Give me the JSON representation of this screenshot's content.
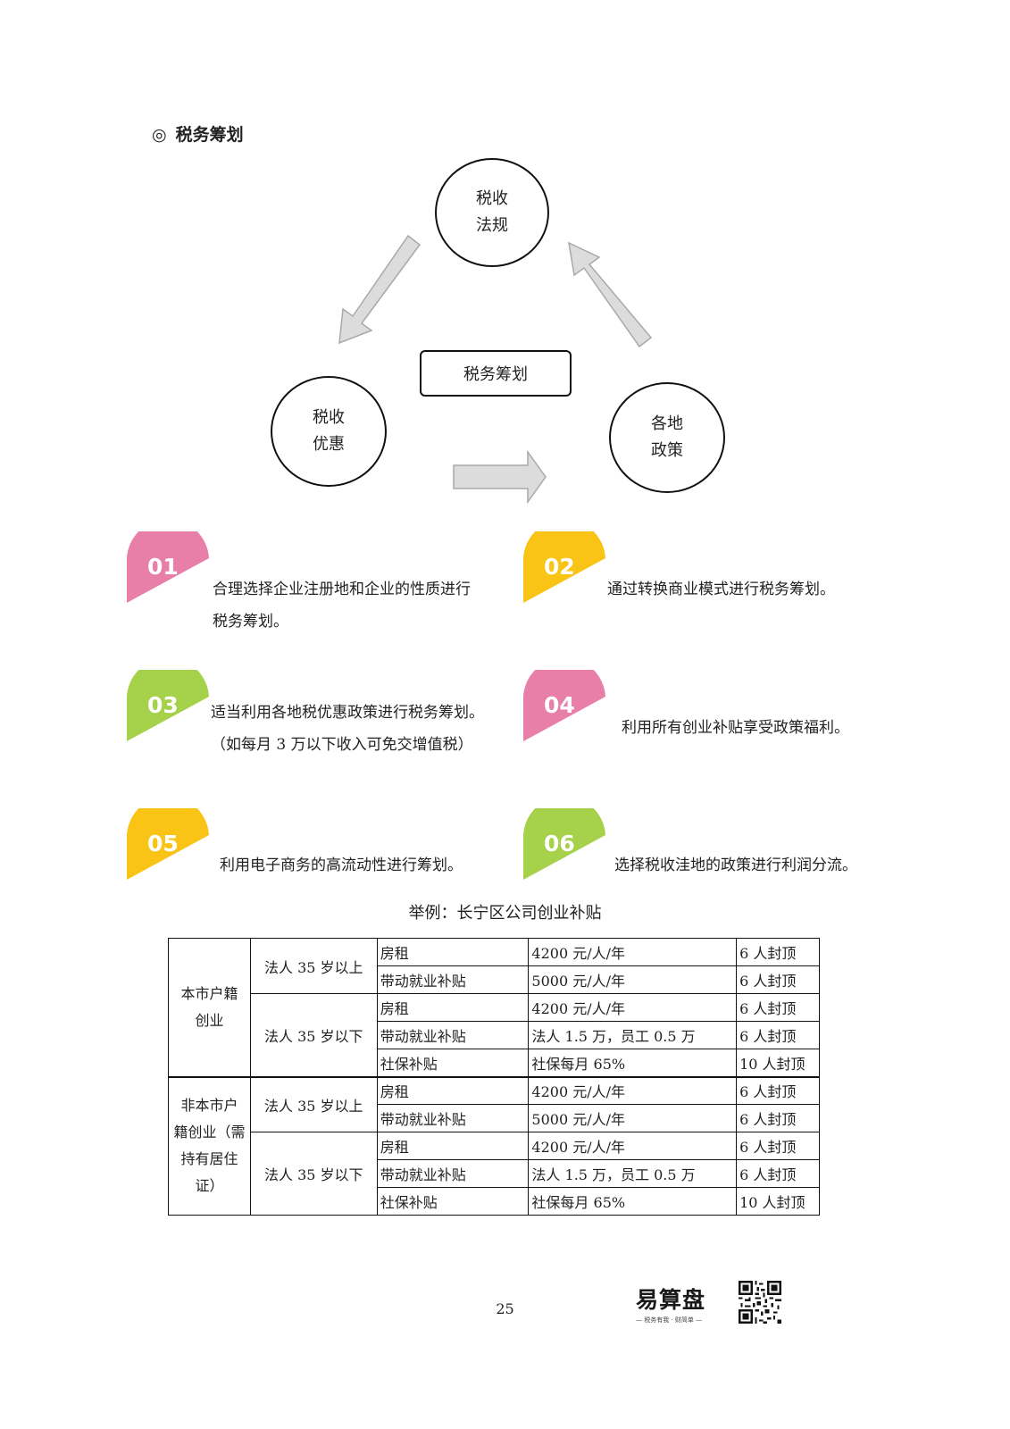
{
  "section": {
    "symbol": "◎",
    "title": "税务筹划"
  },
  "diagram": {
    "top": [
      "税收",
      "法规"
    ],
    "left": [
      "税收",
      "优惠"
    ],
    "right": [
      "各地",
      "政策"
    ],
    "center": "税务筹划"
  },
  "items": [
    {
      "num": "01",
      "color": "#e77fa8",
      "lines": [
        "合理选择企业注册地和企业的性质进行",
        "税务筹划。"
      ]
    },
    {
      "num": "02",
      "color": "#f9c416",
      "lines": [
        "通过转换商业模式进行税务筹划。"
      ]
    },
    {
      "num": "03",
      "color": "#a6d14a",
      "lines": [
        "适当利用各地税优惠政策进行税务筹划。",
        "（如每月 3 万以下收入可免交增值税）"
      ]
    },
    {
      "num": "04",
      "color": "#e77fa8",
      "lines": [
        "利用所有创业补贴享受政策福利。"
      ]
    },
    {
      "num": "05",
      "color": "#f9c416",
      "lines": [
        "利用电子商务的高流动性进行筹划。"
      ]
    },
    {
      "num": "06",
      "color": "#a6d14a",
      "lines": [
        "选择税收洼地的政策进行利润分流。"
      ]
    }
  ],
  "example": {
    "title": "举例：长宁区公司创业补贴",
    "groups": [
      {
        "category": [
          "本市户籍",
          "创业"
        ],
        "subgroups": [
          {
            "age": "法人 35 岁以上",
            "rows": [
              [
                "房租",
                "4200 元/人/年",
                "6 人封顶"
              ],
              [
                "带动就业补贴",
                "5000 元/人/年",
                "6 人封顶"
              ]
            ]
          },
          {
            "age": "法人 35 岁以下",
            "rows": [
              [
                "房租",
                "4200 元/人/年",
                "6 人封顶"
              ],
              [
                "带动就业补贴",
                "法人 1.5 万，员工 0.5 万",
                "6 人封顶"
              ],
              [
                "社保补贴",
                "社保每月 65%",
                "10 人封顶"
              ]
            ]
          }
        ]
      },
      {
        "category": [
          "非本市户",
          "籍创业（需",
          "持有居住",
          "证）"
        ],
        "subgroups": [
          {
            "age": "法人 35 岁以上",
            "rows": [
              [
                "房租",
                "4200 元/人/年",
                "6 人封顶"
              ],
              [
                "带动就业补贴",
                "5000 元/人/年",
                "6 人封顶"
              ]
            ]
          },
          {
            "age": "法人 35 岁以下",
            "rows": [
              [
                "房租",
                "4200 元/人/年",
                "6 人封顶"
              ],
              [
                "带动就业补贴",
                "法人 1.5 万，员工 0.5 万",
                "6 人封顶"
              ],
              [
                "社保补贴",
                "社保每月 65%",
                "10 人封顶"
              ]
            ]
          }
        ]
      }
    ]
  },
  "footer": {
    "page_number": "25",
    "logo_text": "易算盘",
    "logo_slogan": "— 税务有我 · 财简单 —"
  }
}
